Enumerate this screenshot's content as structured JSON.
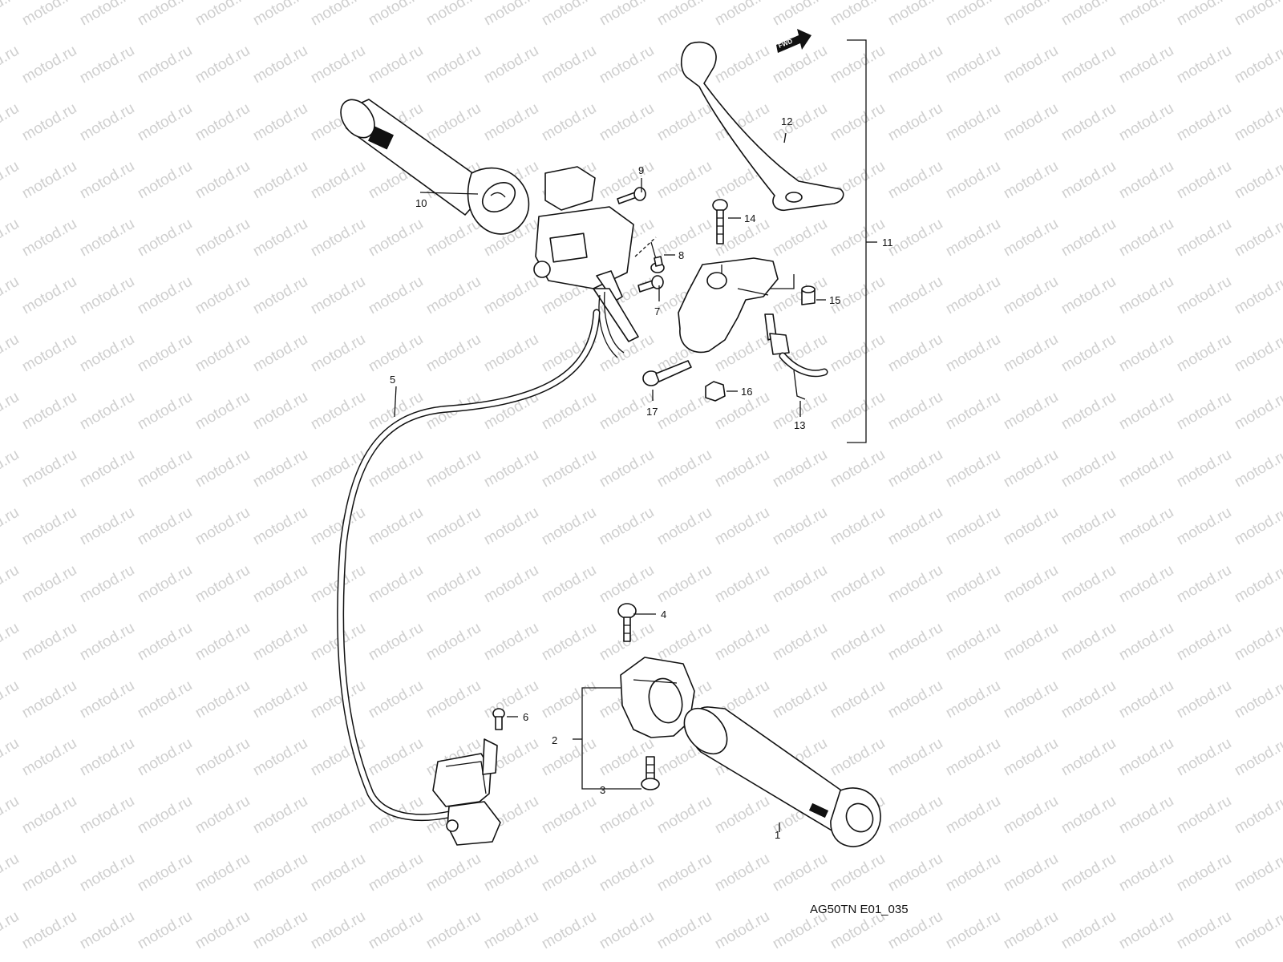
{
  "watermark": "motod.ru",
  "diagram_code": "AG50TN E01_035",
  "fwd_badge": "FWD",
  "callouts": [
    {
      "id": "c1",
      "text": "1"
    },
    {
      "id": "c2",
      "text": "2"
    },
    {
      "id": "c3",
      "text": "3"
    },
    {
      "id": "c4",
      "text": "4"
    },
    {
      "id": "c5",
      "text": "5"
    },
    {
      "id": "c6",
      "text": "6"
    },
    {
      "id": "c7",
      "text": "7"
    },
    {
      "id": "c8",
      "text": "8"
    },
    {
      "id": "c9",
      "text": "9"
    },
    {
      "id": "c10",
      "text": "10"
    },
    {
      "id": "c11",
      "text": "11"
    },
    {
      "id": "c12",
      "text": "12"
    },
    {
      "id": "c13",
      "text": "13"
    },
    {
      "id": "c14",
      "text": "14"
    },
    {
      "id": "c15",
      "text": "15"
    },
    {
      "id": "c16",
      "text": "16"
    },
    {
      "id": "c17",
      "text": "17"
    }
  ]
}
